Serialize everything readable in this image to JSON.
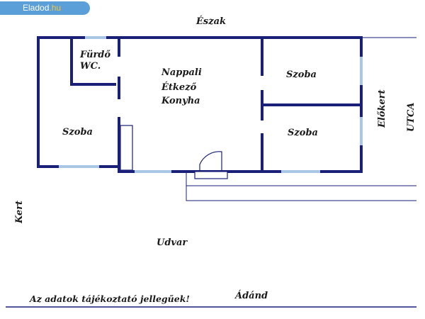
{
  "badge": {
    "name": "Eladod",
    "tld": ".hu"
  },
  "colors": {
    "wall": "#1a1f78",
    "window": "#a9c7e4",
    "line": "#1a1f78"
  },
  "labels": {
    "north": "Észak",
    "bathroom_line1": "Fürdő",
    "bathroom_line2": "WC.",
    "living_line1": "Nappali",
    "living_line2": "Étkező",
    "living_line3": "Konyha",
    "room_top_right": "Szoba",
    "room_bottom_right": "Szoba",
    "room_left": "Szoba",
    "front_garden": "Előkert",
    "street": "UTCA",
    "garden": "Kert",
    "yard": "Udvar",
    "disclaimer": "Az adatok tájékoztató jellegűek!",
    "location": "Ádánd"
  }
}
